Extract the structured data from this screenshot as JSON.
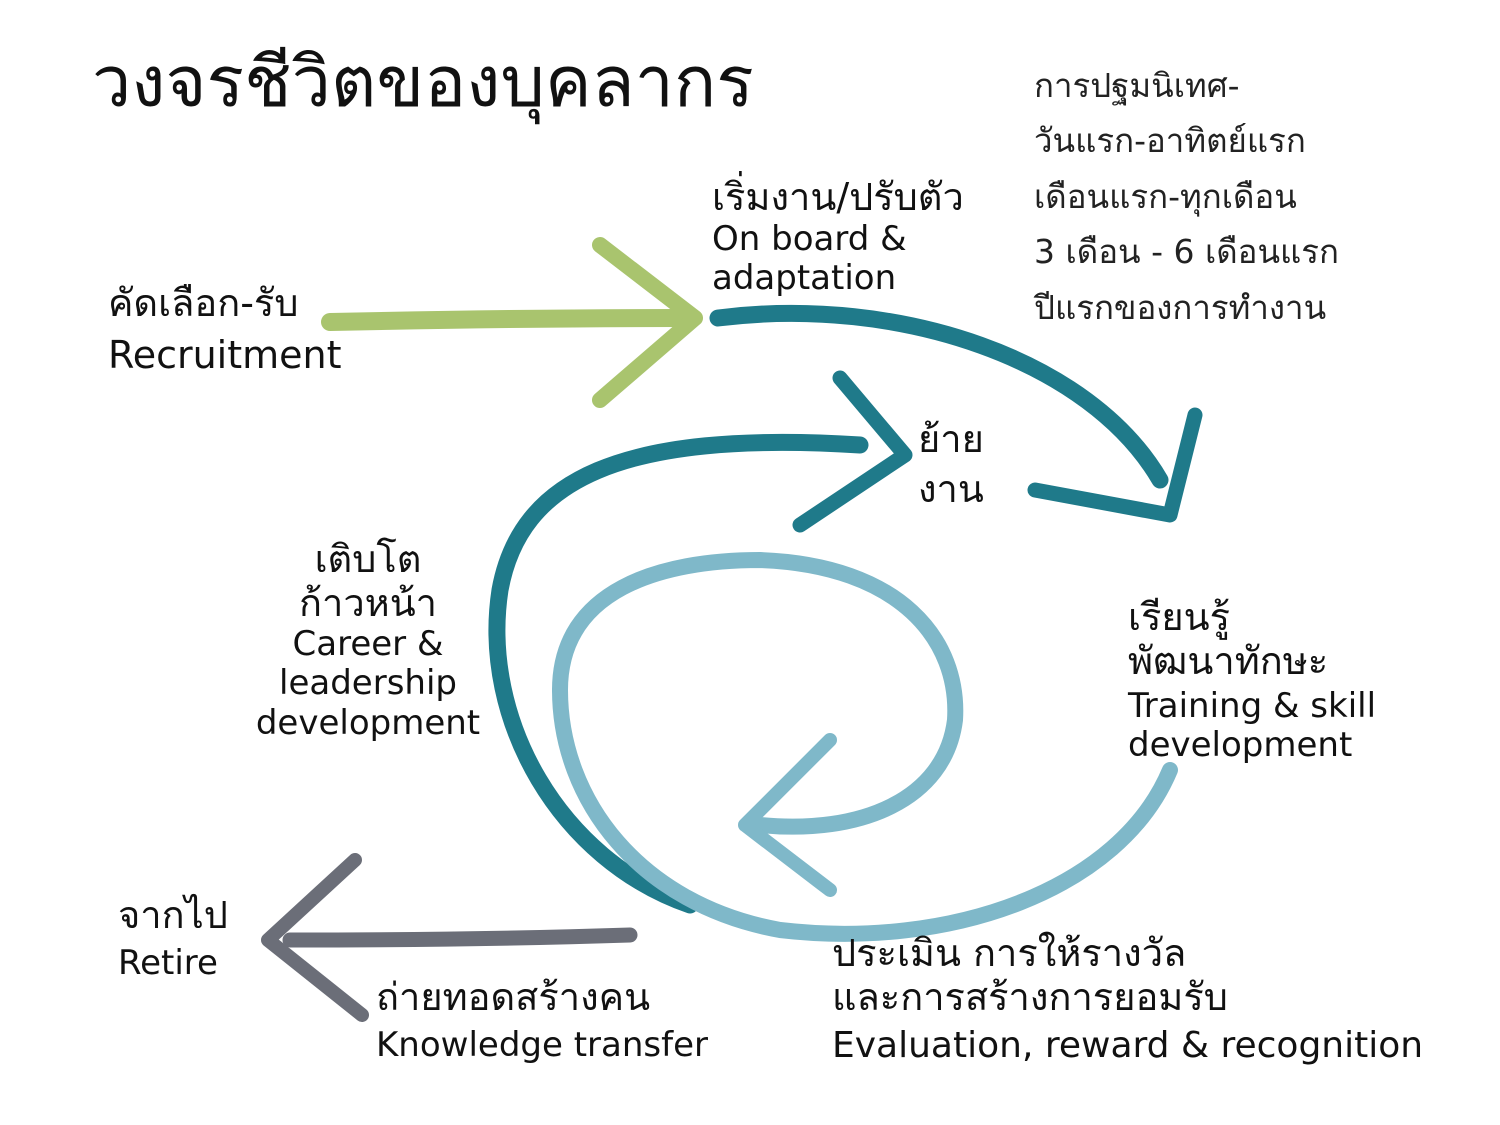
{
  "title": "วงจรชีวิตของบุคลากร",
  "onboarding_schedule": [
    "การปฐมนิเทศ-",
    "วันแรก-อาทิตย์แรก",
    "เดือนแรก-ทุกเดือน",
    "3 เดือน - 6 เดือนแรก",
    "ปีแรกของการทำงาน"
  ],
  "stages": {
    "recruitment": {
      "th": "คัดเลือก-รับ",
      "en": "Recruitment"
    },
    "onboard": {
      "th": "เริ่มงาน/ปรับตัว",
      "en_line1": "On board &",
      "en_line2": "adaptation"
    },
    "transfer": {
      "th_line1": "ย้าย",
      "th_line2": "งาน"
    },
    "training": {
      "th_line1": "เรียนรู้",
      "th_line2": "พัฒนาทักษะ",
      "en_line1": "Training & skill",
      "en_line2": "development"
    },
    "career": {
      "th_line1": "เติบโต",
      "th_line2": "ก้าวหน้า",
      "en_line1": "Career &",
      "en_line2": "leadership",
      "en_line3": "development"
    },
    "evaluation": {
      "th_line1": "ประเมิน การให้รางวัล",
      "th_line2": "และการสร้างการยอมรับ",
      "en": "Evaluation, reward & recognition"
    },
    "knowledge": {
      "th": "ถ่ายทอดสร้างคน",
      "en": "Knowledge transfer"
    },
    "retire": {
      "th": "จากไป",
      "en": "Retire"
    }
  },
  "colors": {
    "recruit_arrow": "#a9c46e",
    "dark_teal": "#1f7a8a",
    "light_teal": "#7fb8c9",
    "grey_arrow": "#6b6e78"
  }
}
